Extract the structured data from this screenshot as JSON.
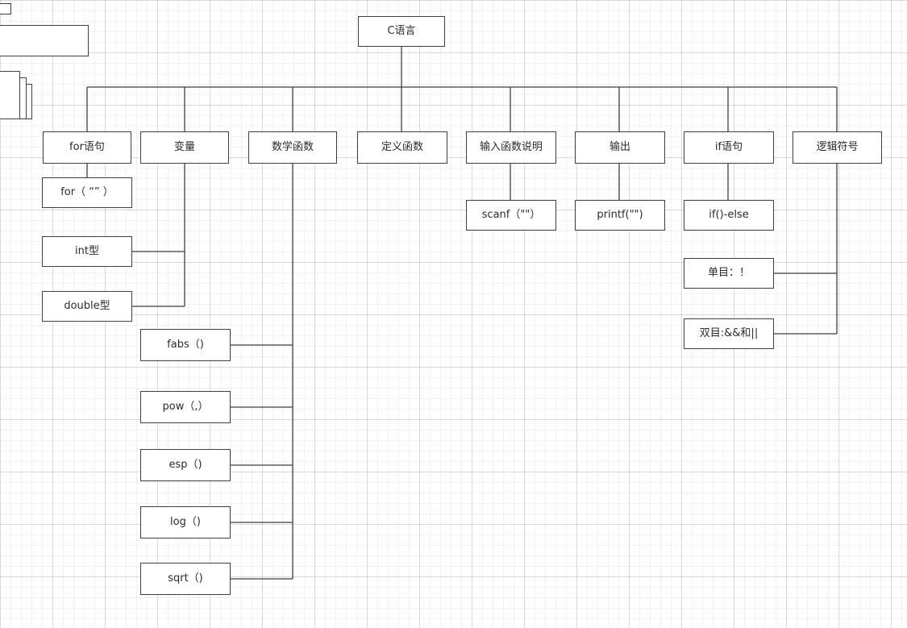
{
  "root": {
    "label": "C语言"
  },
  "branches": {
    "for_stmt": {
      "label": "for语句"
    },
    "variable": {
      "label": "变量"
    },
    "math": {
      "label": "数学函数"
    },
    "define": {
      "label": "定义函数"
    },
    "input": {
      "label": "输入函数说明"
    },
    "output": {
      "label": "输出"
    },
    "if_stmt": {
      "label": "if语句"
    },
    "logic": {
      "label": "逻辑符号"
    }
  },
  "leaves": {
    "for_syntax": {
      "label": "for（ “” ）"
    },
    "int_type": {
      "label": "int型"
    },
    "double_type": {
      "label": "double型"
    },
    "fabs": {
      "label": "fabs（)"
    },
    "pow": {
      "label": "pow（,）"
    },
    "esp": {
      "label": "esp（)"
    },
    "log": {
      "label": "log（)"
    },
    "sqrt": {
      "label": "sqrt（)"
    },
    "scanf": {
      "label": "scanf（\"\"）"
    },
    "printf": {
      "label": "printf(\"\")"
    },
    "if_else": {
      "label": "if()-else"
    },
    "unary": {
      "label": "单目：！"
    },
    "binary": {
      "label": "双目:&&和||"
    }
  },
  "style": {
    "line_color": "#3f3f3f",
    "box_fill": "#ffffff",
    "box_border": "#3f3f3f"
  }
}
